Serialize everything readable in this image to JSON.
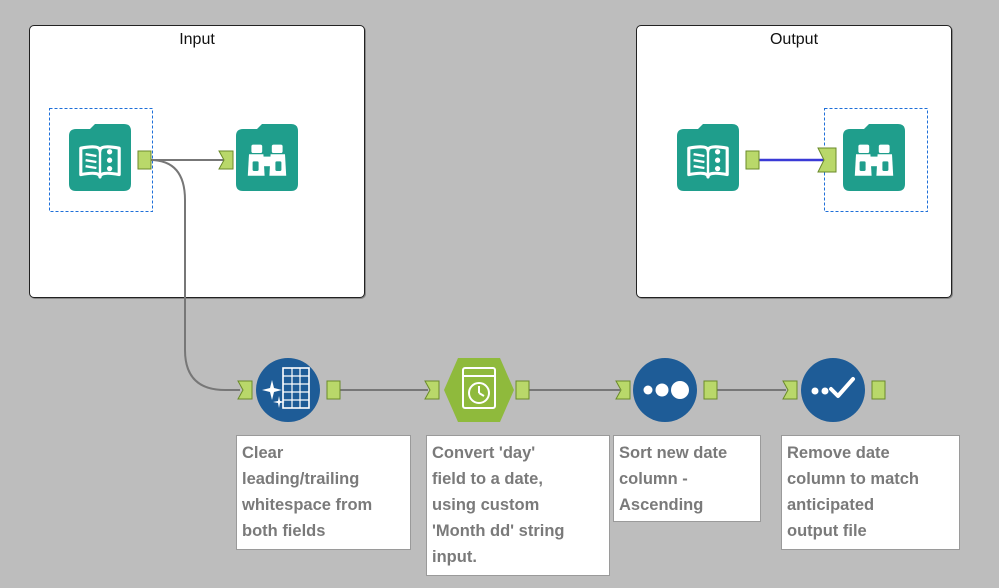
{
  "colors": {
    "canvas": "#bdbdbd",
    "tool_teal": "#1f9e8c",
    "tool_blue": "#1e5c97",
    "tool_formula_green": "#8fba3c",
    "anchor_green": "#b9d86a",
    "selected_connection": "#3a3ad6",
    "connection": "#777777",
    "annotation_text": "#7a7a7a"
  },
  "containers": {
    "input": {
      "title": "Input"
    },
    "output": {
      "title": "Output"
    }
  },
  "tools": {
    "input_data_1": {
      "icon": "book-icon"
    },
    "browse_1": {
      "icon": "binoculars-icon"
    },
    "input_data_2": {
      "icon": "book-icon"
    },
    "browse_2": {
      "icon": "binoculars-icon"
    },
    "data_cleansing": {
      "icon": "sparkle-grid-icon"
    },
    "datetime": {
      "icon": "calendar-clock-icon"
    },
    "sort": {
      "icon": "three-dots-icon"
    },
    "select": {
      "icon": "check-dots-icon"
    }
  },
  "annotations": {
    "cleansing": [
      "Clear",
      "leading/trailing",
      "whitespace from",
      "both fields"
    ],
    "datetime": [
      "Convert 'day'",
      "field to a date,",
      "using custom",
      "'Month dd' string",
      "input."
    ],
    "sort": [
      "Sort new date",
      "column -",
      "Ascending"
    ],
    "select": [
      "Remove date",
      "column to match",
      "anticipated",
      "output file"
    ]
  }
}
